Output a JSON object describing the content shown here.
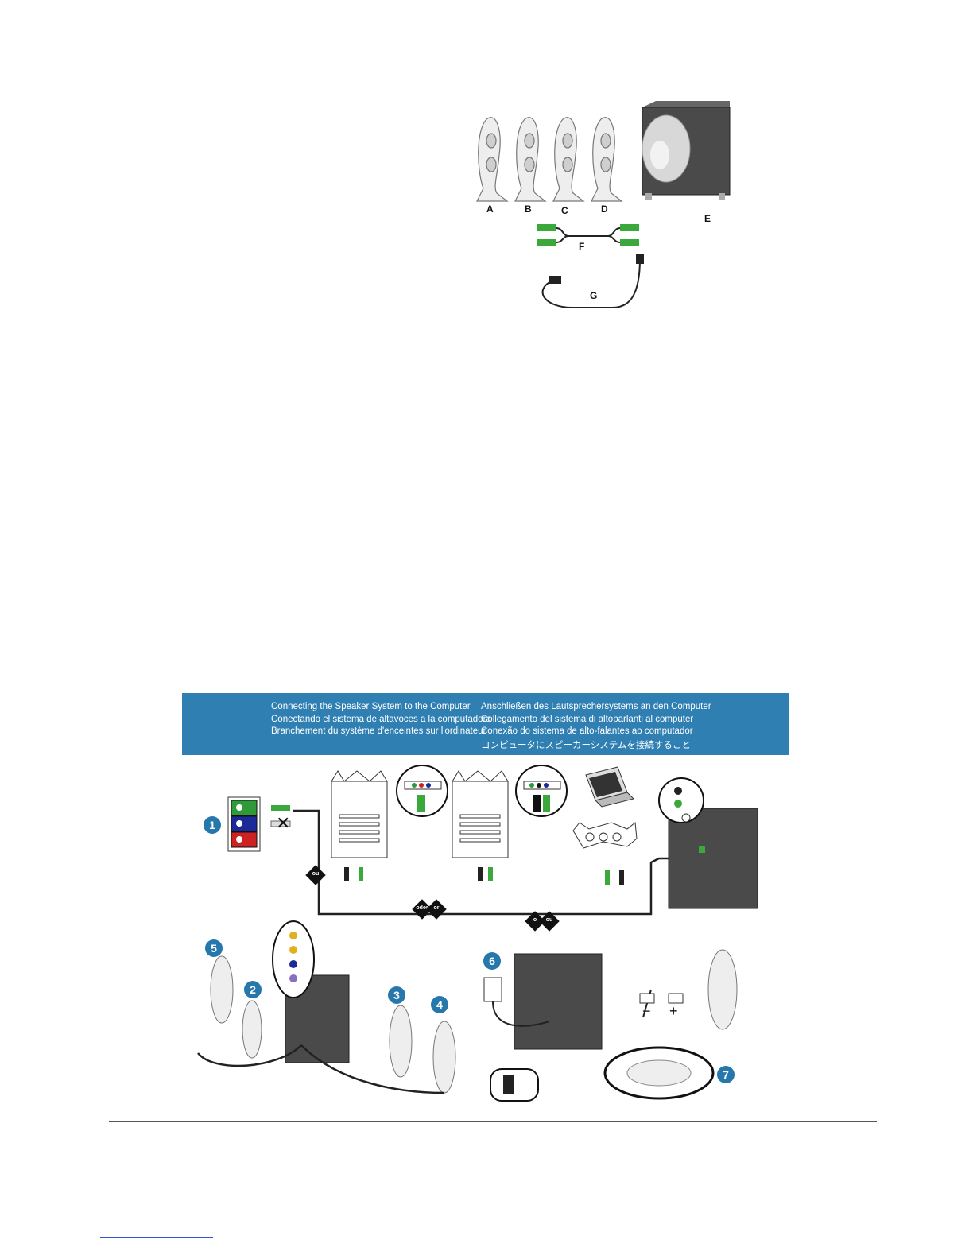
{
  "parts": {
    "labels": [
      "A",
      "B",
      "C",
      "D",
      "E",
      "F",
      "G"
    ]
  },
  "banner": {
    "left_lines": [
      "Connecting the Speaker System to the Computer",
      "Conectando el sistema de altavoces a la computadora",
      "Branchement du système d'enceintes sur l'ordinateur"
    ],
    "right_lines": [
      "Anschließen des Lautsprechersystems an den Computer",
      "Collegamento del sistema di altoparlanti al computer",
      "Conexão do sistema de alto-falantes ao computador",
      "コンピュータにスピーカーシステムを接続すること"
    ],
    "color": "#2f7fb3"
  },
  "steps": [
    "1",
    "2",
    "3",
    "4",
    "5",
    "6",
    "7"
  ],
  "or_words": [
    "ou",
    "oder",
    "or",
    "o",
    "ou"
  ],
  "polarity": {
    "minus": "−",
    "plus": "+"
  },
  "colors": {
    "green_plug": "#3aa83a",
    "blue_step": "#2677ab"
  }
}
